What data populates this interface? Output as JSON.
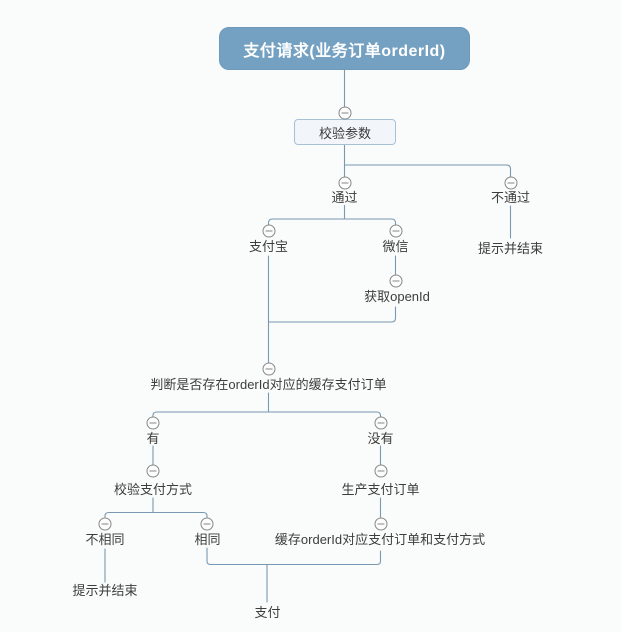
{
  "diagram": {
    "type": "mindmap-flow",
    "colors": {
      "background": "#fafbfb",
      "root_fill": "#74a1c1",
      "root_text": "#ffffff",
      "branch_fill": "#f2f6fa",
      "branch_border": "#a6c1d6",
      "connector": "#7899b1",
      "expander": "#878787",
      "text": "#3d3d3d"
    },
    "icons": {
      "expander": {
        "name": "collapse-icon",
        "glyph": "−"
      }
    },
    "nodes": {
      "payment_request": {
        "label": "支付请求(业务订单orderId)"
      },
      "validate_params": {
        "label": "校验参数"
      },
      "pass": {
        "label": "通过"
      },
      "fail": {
        "label": "不通过"
      },
      "fail_end": {
        "label": "提示并结束"
      },
      "alipay": {
        "label": "支付宝"
      },
      "wechat": {
        "label": "微信"
      },
      "get_openid": {
        "label": "获取openId"
      },
      "check_cached_order": {
        "label": "判断是否存在orderId对应的缓存支付订单"
      },
      "has": {
        "label": "有"
      },
      "has_not": {
        "label": "没有"
      },
      "verify_pay_method": {
        "label": "校验支付方式"
      },
      "create_pay_order": {
        "label": "生产支付订单"
      },
      "not_same": {
        "label": "不相同"
      },
      "same": {
        "label": "相同"
      },
      "cache_order": {
        "label": "缓存orderId对应支付订单和支付方式"
      },
      "not_same_end": {
        "label": "提示并结束"
      },
      "pay": {
        "label": "支付"
      }
    }
  }
}
